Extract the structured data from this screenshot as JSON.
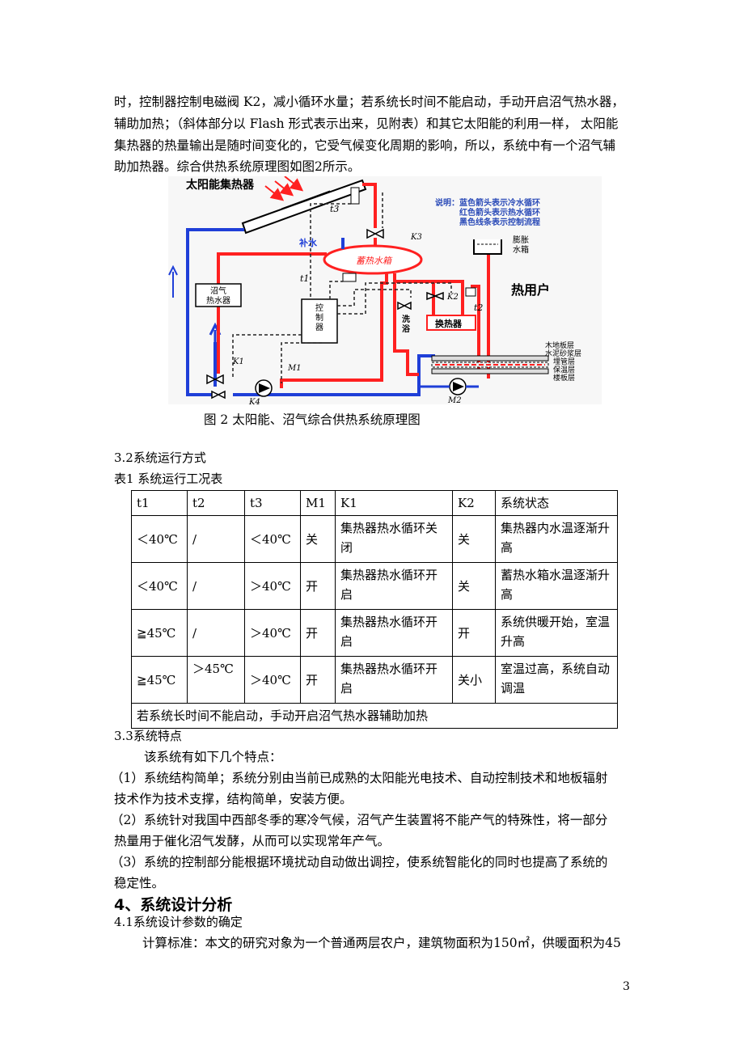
{
  "body": {
    "p1": [
      "时，控制器控制电磁阀 K2，减小循环水量；若系统长时间不能启动，手动开启沼气热水器，",
      "辅助加热；（斜体部分以 Flash 形式表示出来，见附表）和其它太阳能的利用一样，  太阳能",
      "集热器的热量输出是随时间变化的，它受气候变化周期的影响，所以，系统中有一个沼气辅",
      "助加热器。综合供热系统原理图如图2所示。"
    ],
    "figure": {
      "caption": "图 2 太阳能、沼气综合供热系统原理图",
      "labels": {
        "collector": "太阳能集热器",
        "t3": "t3",
        "k3": "K3",
        "makeup_water": "补水",
        "storage_tank": "蓄热水箱",
        "t1": "t1",
        "biogas_heater": "沼气\n热水器",
        "controller": "控\n制\n器",
        "k1": "K1",
        "m1": "M1",
        "k4": "K4",
        "k2": "K2",
        "t2": "t2",
        "bath": "洗\n浴",
        "heat_exchanger": "换热器",
        "user": "热用户",
        "expansion_tank": "膨胀\n水箱",
        "m2": "M2",
        "legend": [
          "说明：蓝色箭头表示冷水循环",
          "红色箭头表示热水循环",
          "黑色线条表示控制流程"
        ],
        "floor_layers": [
          "木地板层",
          "水泥砂浆层",
          "埋管层",
          "保温层",
          "楼板层"
        ]
      }
    },
    "s32_title": "3.2系统运行方式",
    "table_caption": "表1 系统运行工况表",
    "table": {
      "headers": [
        "t1",
        "t2",
        "t3",
        "M1",
        "K1",
        "K2",
        "系统状态"
      ],
      "rows": [
        [
          "＜40℃",
          "/",
          "＜40℃",
          "关",
          "集热器热水循环关闭",
          "关",
          "集热器内水温逐渐升高"
        ],
        [
          "＜40℃",
          "/",
          "＞40℃",
          "开",
          "集热器热水循环开启",
          "关",
          "蓄热水箱水温逐渐升高"
        ],
        [
          "≧45℃",
          "/",
          "＞40℃",
          "开",
          "集热器热水循环开启",
          "开",
          "系统供暖开始，室温升高"
        ],
        [
          "≧45℃",
          "＞45℃",
          "＞40℃",
          "开",
          "集热器热水循环开启",
          "关小",
          "室温过高，系统自动调温"
        ]
      ],
      "footer": "若系统长时间不能启动，手动开启沼气热水器辅助加热"
    },
    "s33_title": "3.3系统特点",
    "s33_intro": "该系统有如下几个特点：",
    "feature1": [
      "（1）系统结构简单；系统分别由当前已成熟的太阳能光电技术、自动控制技术和地板辐射",
      "技术作为技术支撑，结构简单，安装方便。"
    ],
    "feature2": [
      "（2）系统针对我国中西部冬季的寒冷气候，沼气产生装置将不能产气的特殊性，将一部分",
      "热量用于催化沼气发酵，从而可以实现常年产气。"
    ],
    "feature3": [
      "（3）系统的控制部分能根据环境扰动自动做出调控，使系统智能化的同时也提高了系统的",
      "稳定性。"
    ],
    "s4_title": "4、系统设计分析",
    "s41_title": "4.1系统设计参数的确定",
    "s41_p1": "计算标准：本文的研究对象为一个普通两层农户，建筑物面积为150㎡，供暖面积为45"
  },
  "page_number": "3",
  "colors": {
    "hot": "#ff2020",
    "cold": "#1f3fd8",
    "control": "#222222",
    "legend_blue": "#2b4bb8"
  }
}
